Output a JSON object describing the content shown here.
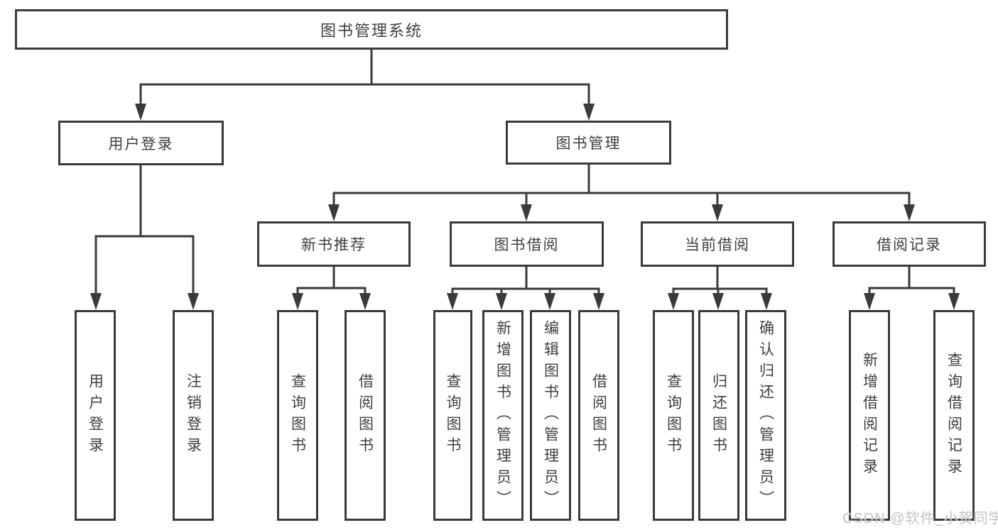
{
  "tree": {
    "label": "图书管理系统",
    "children": [
      {
        "label": "用户登录",
        "children": [
          {
            "label": "用户登录"
          },
          {
            "label": "注销登录"
          }
        ]
      },
      {
        "label": "图书管理",
        "children": [
          {
            "label": "新书推荐",
            "children": [
              {
                "label": "查询图书"
              },
              {
                "label": "借阅图书"
              }
            ]
          },
          {
            "label": "图书借阅",
            "children": [
              {
                "label": "查询图书"
              },
              {
                "label": "新增图书（管理员）"
              },
              {
                "label": "编辑图书（管理员）"
              },
              {
                "label": "借阅图书"
              }
            ]
          },
          {
            "label": "当前借阅",
            "children": [
              {
                "label": "查询图书"
              },
              {
                "label": "归还图书"
              },
              {
                "label": "确认归还（管理员）"
              }
            ]
          },
          {
            "label": "借阅记录",
            "children": [
              {
                "label": "新增借阅记录"
              },
              {
                "label": "查询借阅记录"
              }
            ]
          }
        ]
      }
    ]
  },
  "watermark": "CSDN @软件_小贺同学",
  "colors": {
    "line": "#3a3a3a",
    "text": "#3f3f3f",
    "watermark": "#c2c2c2"
  }
}
